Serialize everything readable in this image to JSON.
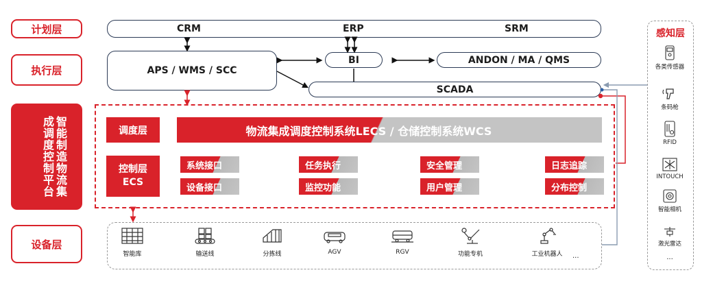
{
  "layers": {
    "plan": "计划层",
    "exec": "执行层",
    "platform": "智能制造物流集成调度控制平台",
    "device": "设备层",
    "perception": "感知层"
  },
  "plan_systems": [
    "CRM",
    "ERP",
    "SRM"
  ],
  "exec_systems": {
    "aps": "APS / WMS / SCC",
    "bi": "BI",
    "andon": "ANDON / MA / QMS",
    "scada": "SCADA"
  },
  "platform": {
    "dispatch_label": "调度层",
    "control_label": "控制层\nECS",
    "lecs_title": "物流集成调度控制系统LECS / 仓储控制系统WCS",
    "functions": [
      "系统接口",
      "任务执行",
      "安全管理",
      "日志追踪",
      "设备接口",
      "监控功能",
      "用户管理",
      "分布控制"
    ]
  },
  "equipment": [
    {
      "label": "智能库",
      "icon": "warehouse-icon"
    },
    {
      "label": "输送线",
      "icon": "conveyor-icon"
    },
    {
      "label": "分拣线",
      "icon": "sorting-line-icon"
    },
    {
      "label": "AGV",
      "icon": "agv-icon"
    },
    {
      "label": "RGV",
      "icon": "rgv-icon"
    },
    {
      "label": "功能专机",
      "icon": "special-machine-icon"
    },
    {
      "label": "工业机器人",
      "icon": "industrial-robot-icon"
    }
  ],
  "equipment_more": "...",
  "sensors": [
    {
      "label": "各类传感器",
      "icon": "sensor-icon"
    },
    {
      "label": "条码枪",
      "icon": "barcode-scanner-icon"
    },
    {
      "label": "RFID",
      "icon": "rfid-icon"
    },
    {
      "label": "INTOUCH",
      "icon": "intouch-icon"
    },
    {
      "label": "智能相机",
      "icon": "camera-icon"
    },
    {
      "label": "激光雷达",
      "icon": "lidar-icon"
    }
  ],
  "sensors_more": "...",
  "colors": {
    "accent": "#d9222a",
    "line": "#2b3a55",
    "gray": "#c4c4c4",
    "dashed_border": "#999999"
  }
}
